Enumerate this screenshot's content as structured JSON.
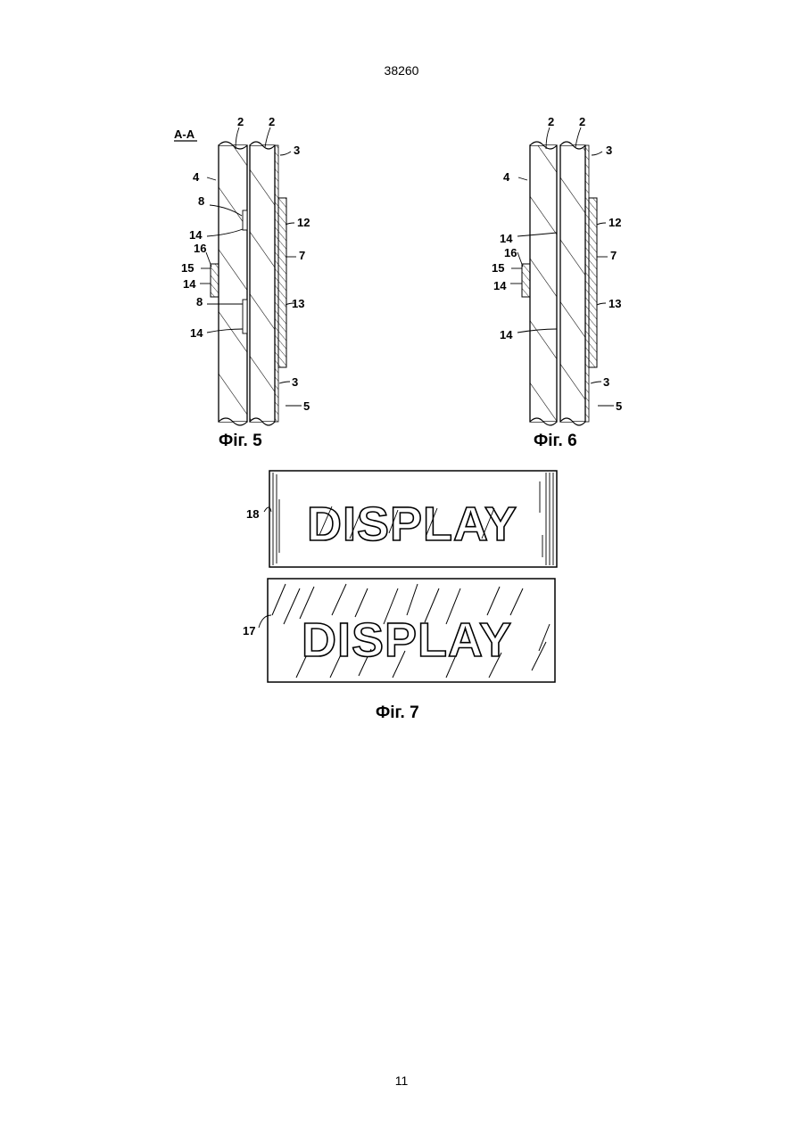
{
  "page": {
    "number_top": "38260",
    "number_bottom": "11"
  },
  "fig5": {
    "section_label": "A-A",
    "caption": "Фіг. 5",
    "refs": {
      "r2a": "2",
      "r2b": "2",
      "r3a": "3",
      "r4": "4",
      "r8a": "8",
      "r14a": "14",
      "r16": "16",
      "r15": "15",
      "r14b": "14",
      "r8b": "8",
      "r14c": "14",
      "r12": "12",
      "r7": "7",
      "r13": "13",
      "r3b": "3",
      "r5": "5"
    }
  },
  "fig6": {
    "caption": "Фіг. 6",
    "refs": {
      "r2a": "2",
      "r2b": "2",
      "r3a": "3",
      "r4": "4",
      "r14a": "14",
      "r16": "16",
      "r15": "15",
      "r14b": "14",
      "r14c": "14",
      "r12": "12",
      "r7": "7",
      "r13": "13",
      "r3b": "3",
      "r5": "5"
    }
  },
  "fig7": {
    "caption": "Фіг. 7",
    "panel_top_text": "DISPLAY",
    "panel_bottom_text": "DISPLAY",
    "ref_top": "18",
    "ref_bottom": "17"
  }
}
